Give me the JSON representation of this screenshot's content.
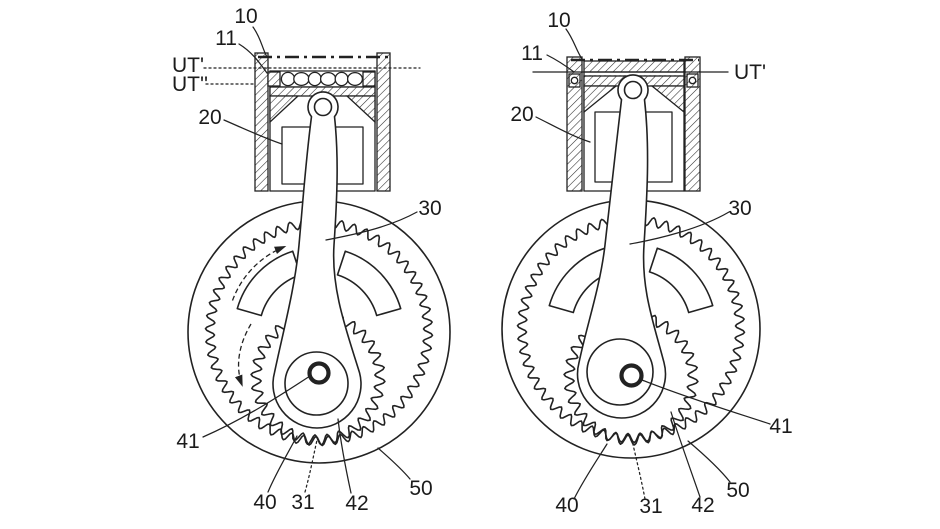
{
  "colors": {
    "background": "#ffffff",
    "line": "#222222"
  },
  "callouts": {
    "c10": "10",
    "c11": "11",
    "c20": "20",
    "c30": "30",
    "c31": "31",
    "c40": "40",
    "c41": "41",
    "c42": "42",
    "c50": "50",
    "ut_prime": "UT'",
    "ut_double_prime": "UT''"
  }
}
